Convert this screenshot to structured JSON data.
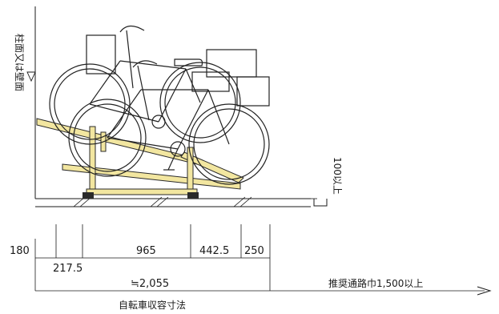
{
  "labels": {
    "wall": "柱面又は壁面",
    "clearance": "100以上",
    "aisle": "推奨通路巾1,500以上",
    "storage": "自転車収容寸法"
  },
  "dimensions": {
    "d180": "180",
    "d217": "217.5",
    "d965": "965",
    "d4425": "442.5",
    "d250": "250",
    "total": "≒2,055"
  },
  "colors": {
    "rack": "#f2e6a0",
    "line": "#1a1a1a"
  }
}
